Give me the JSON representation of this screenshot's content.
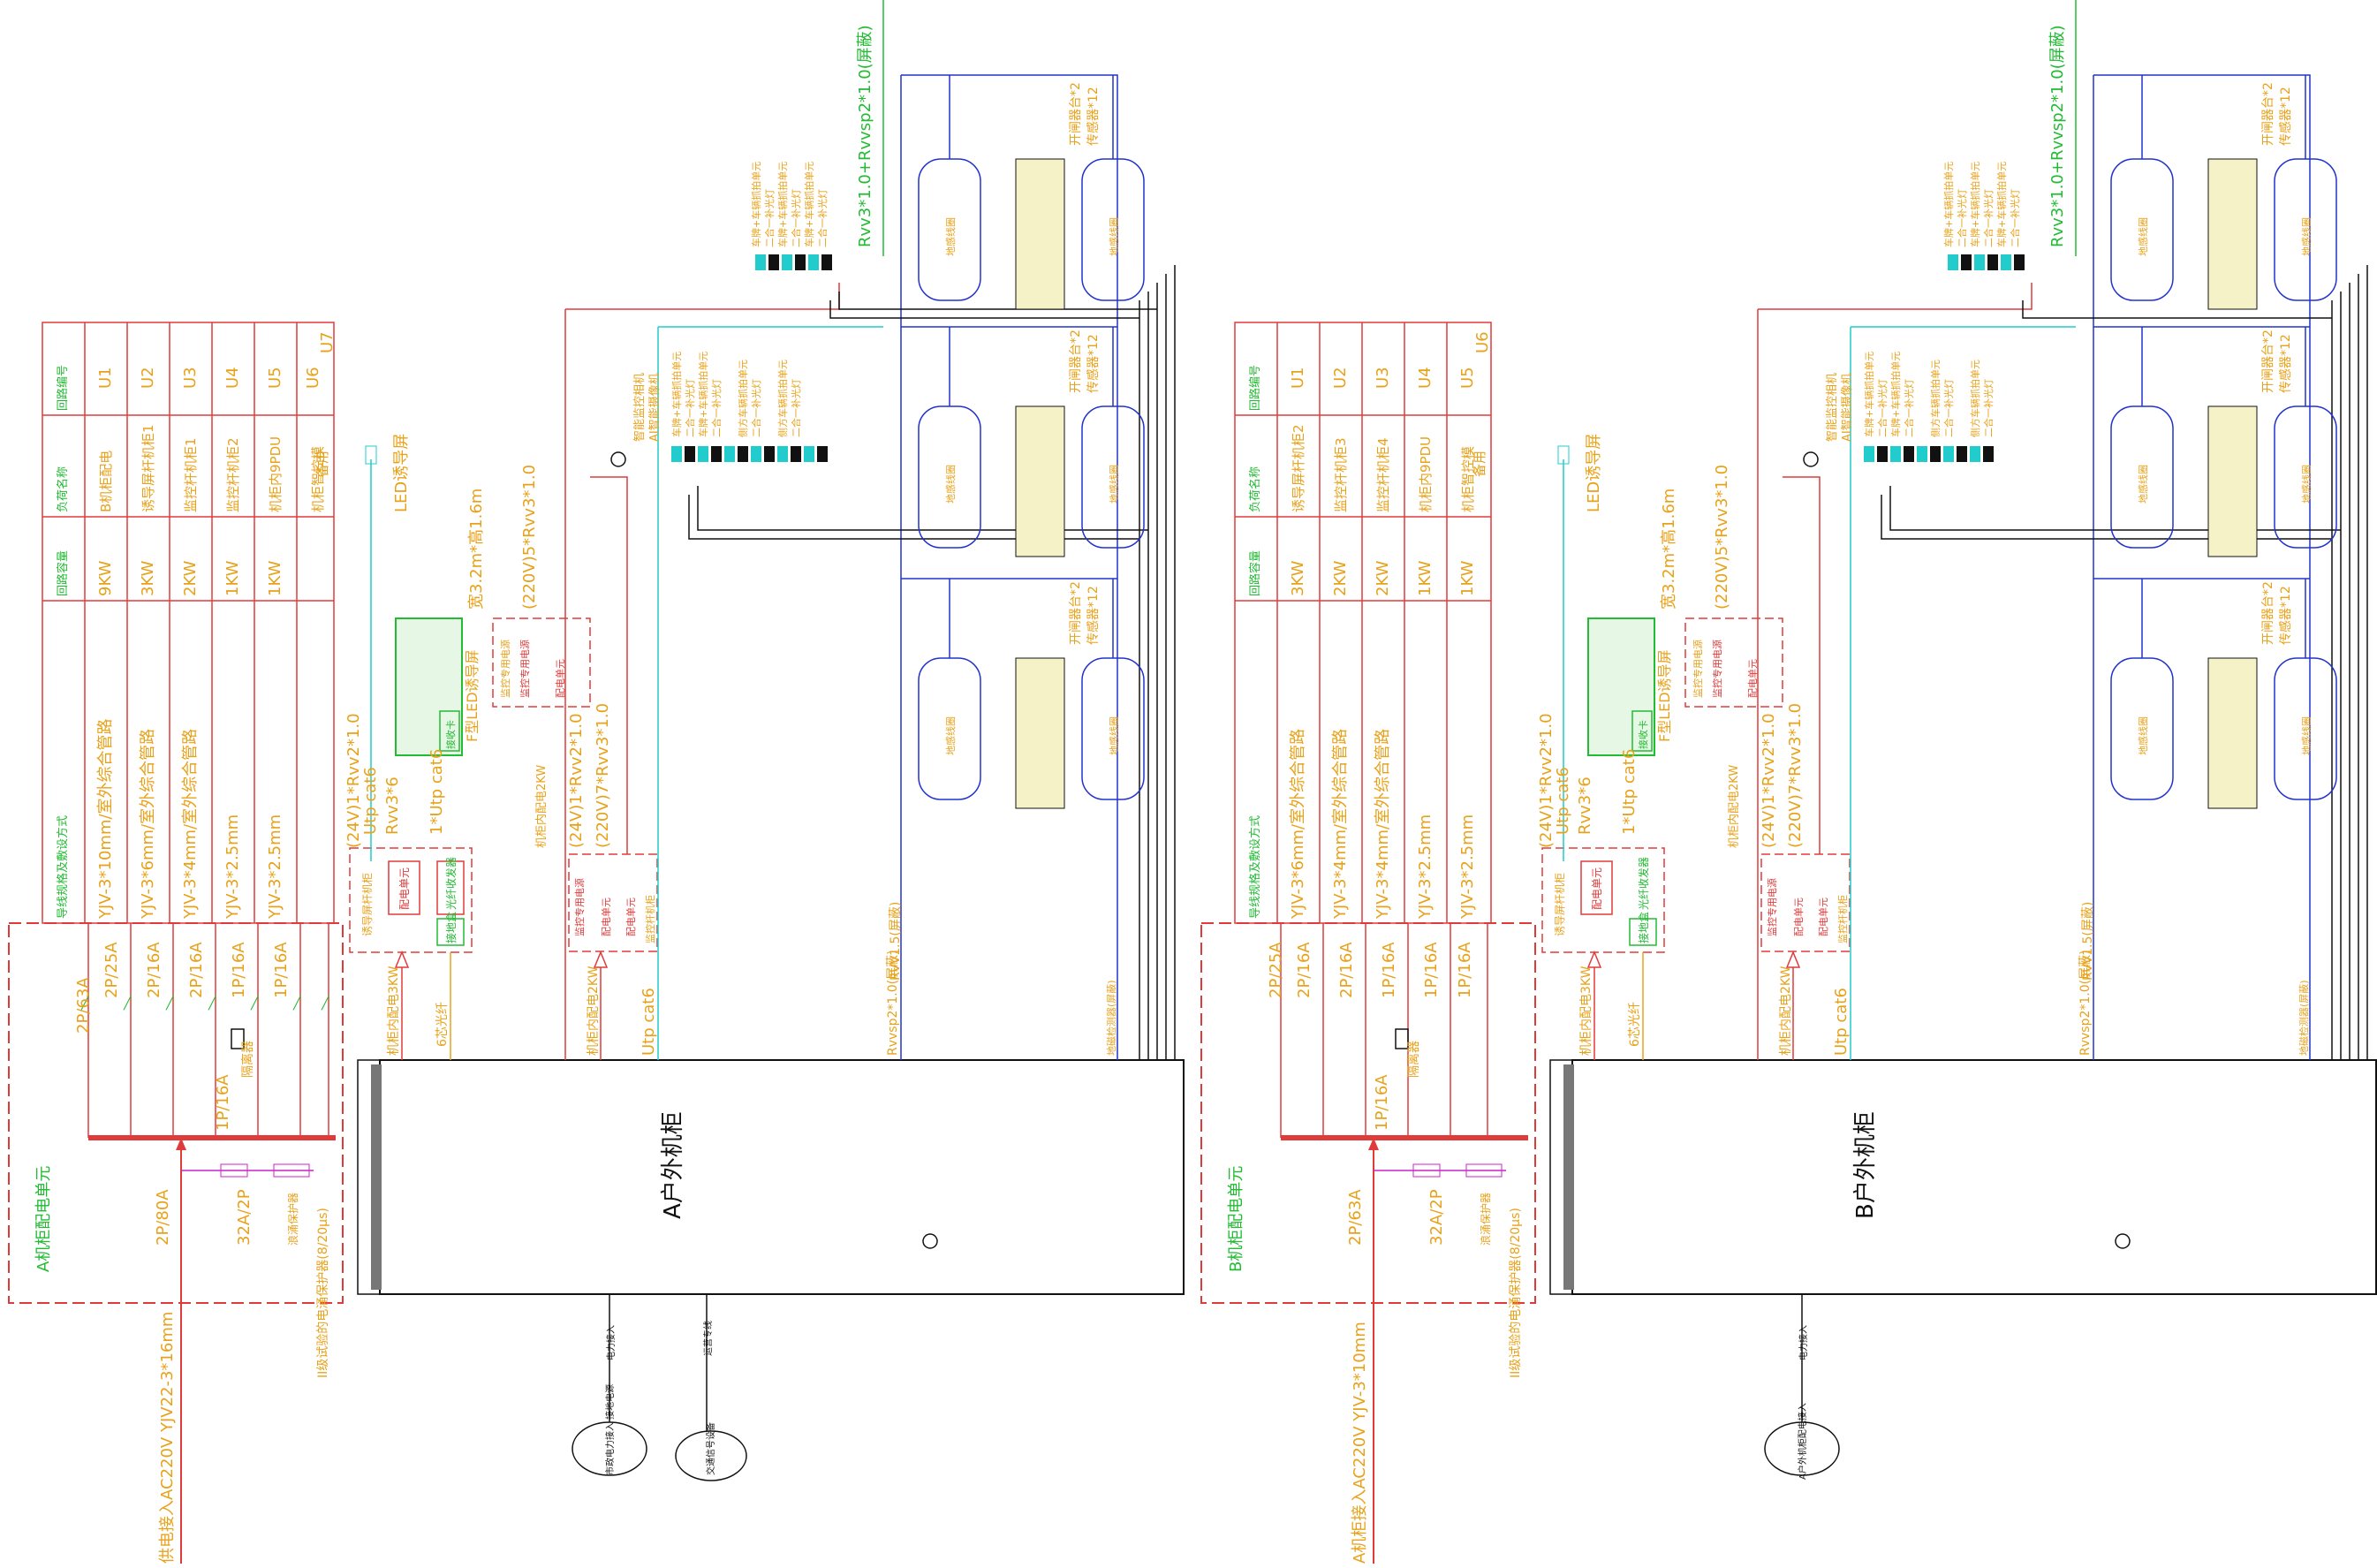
{
  "sheet_a": {
    "table": {
      "header": [
        "导线规格及敷设方式",
        "回路容量",
        "负荷名称",
        "回路编号"
      ],
      "rows": [
        {
          "cable": "YJV-3*10mm/室外综合管路",
          "power": "9KW",
          "load": "B机柜配电",
          "circuit": "U1"
        },
        {
          "cable": "YJV-3*6mm/室外综合管路",
          "power": "3KW",
          "load": "诱导屏杆机柜1",
          "circuit": "U2"
        },
        {
          "cable": "YJV-3*4mm/室外综合管路",
          "power": "2KW",
          "load": "监控杆机柜1",
          "circuit": "U3"
        },
        {
          "cable": "YJV-3*2.5mm",
          "power": "1KW",
          "load": "监控杆机柜2",
          "circuit": "U4"
        },
        {
          "cable": "YJV-3*2.5mm",
          "power": "1KW",
          "load": "机柜内9PDU",
          "circuit": "U5"
        },
        {
          "cable": "",
          "power": "",
          "load": "机柜智控模",
          "circuit": "U6"
        },
        {
          "cable": "",
          "power": "",
          "load": "备用",
          "circuit": "U7"
        }
      ]
    },
    "breakers": [
      "2P/63A",
      "2P/25A",
      "2P/16A",
      "2P/16A",
      "1P/16A",
      "1P/16A",
      "1P/16A"
    ],
    "transformer_label": "隔离器",
    "main_breaker": "2P/80A",
    "spd": "32A/2P",
    "spd_label": "浪涌保护器",
    "spd_rating": "II级试验的电涌保护器(8/20µs)",
    "dist_unit": "A机柜配电单元",
    "supply": "供电接入AC220V  YJV22-3*16mm",
    "cabinet": "A户外机柜",
    "bottom_labels": [
      "电力接入",
      "运营专线"
    ],
    "clouds": [
      "市政电力接入 接地电源",
      "交通信号设备"
    ],
    "guide_box": {
      "title": "诱导屏杆机柜",
      "items": [
        "配电单元",
        "光纤收发器"
      ],
      "sub": "接地盒"
    },
    "guide_power": "机柜内配电3KW",
    "fiber": "6芯光纤",
    "guide_cables": [
      "(24V)1*Rvv2*1.0",
      "Utp cat6",
      "Rvv3*6",
      "1*Utp cat6"
    ],
    "led": {
      "title": "F型LED诱导屏",
      "size": "宽3.2m*高1.6m",
      "box": "接收卡",
      "top": "LED诱导屏"
    },
    "monitor_box": {
      "title": "监控杆机柜",
      "items": [
        "监控专用电源",
        "配电单元",
        "配电单元"
      ]
    },
    "monitor_power": "机柜内配电2KW",
    "monitor_cables": [
      "(24V)1*Rvv2*1.0",
      "(220V)7*Rvv3*1.0"
    ],
    "top_box": {
      "title": "监控专用电源",
      "items": [
        "监控专用电源",
        "配电单元"
      ]
    },
    "top_cable": "(220V)5*Rvv3*1.0",
    "utp": "Utp cat6",
    "rvvsp": "Rvvsp2*1.0(屏蔽)",
    "rvv15": "RVV1.5(屏蔽)",
    "ground": "地磁检测器(屏蔽)",
    "camera_top": [
      "智能监控相机",
      "AI智能摄像机"
    ],
    "top_cables_right": "Rvv3*1.0+Rvvsp2*1.0(屏蔽)",
    "lights_label": [
      "车牌+车辆抓拍单元",
      "二合一补光灯",
      "车牌+车辆抓拍单元",
      "二合一补光灯",
      "车牌+车辆抓拍单元",
      "二合一补光灯"
    ],
    "lights_label2": [
      "车牌+车辆抓拍单元",
      "二合一补光灯",
      "车牌+车辆抓拍单元",
      "二合一补光灯",
      "侧方车辆抓拍单元",
      "二合一补光灯",
      "侧方车辆抓拍单元",
      "二合一补光灯"
    ],
    "sensor": [
      "开闸器台*2",
      "传感器*12"
    ],
    "loops": [
      "地感线圈",
      "地感线圈"
    ]
  },
  "sheet_b": {
    "table": {
      "header": [
        "导线规格及敷设方式",
        "回路容量",
        "负荷名称",
        "回路编号"
      ],
      "rows": [
        {
          "cable": "YJV-3*6mm/室外综合管路",
          "power": "3KW",
          "load": "诱导屏杆机柜2",
          "circuit": "U1"
        },
        {
          "cable": "YJV-3*4mm/室外综合管路",
          "power": "2KW",
          "load": "监控杆机柜3",
          "circuit": "U2"
        },
        {
          "cable": "YJV-3*4mm/室外综合管路",
          "power": "2KW",
          "load": "监控杆机柜4",
          "circuit": "U3"
        },
        {
          "cable": "YJV-3*2.5mm",
          "power": "1KW",
          "load": "机柜内9PDU",
          "circuit": "U4"
        },
        {
          "cable": "YJV-3*2.5mm",
          "power": "1KW",
          "load": "机柜智控模",
          "circuit": "U5"
        },
        {
          "cable": "",
          "power": "",
          "load": "备用",
          "circuit": "U6"
        }
      ]
    },
    "breakers": [
      "2P/25A",
      "2P/16A",
      "2P/16A",
      "1P/16A",
      "1P/16A",
      "1P/16A"
    ],
    "transformer_label": "隔离器",
    "main_breaker": "2P/63A",
    "spd": "32A/2P",
    "spd_label": "浪涌保护器",
    "spd_rating": "II级试验的电涌保护器(8/20µs)",
    "dist_unit": "B机柜配电单元",
    "supply": "A机柜接入AC220V  YJV-3*10mm",
    "cabinet": "B户外机柜",
    "bottom_labels": [
      "电力接入"
    ],
    "clouds": [
      "A户外机柜配电接入"
    ],
    "guide_box": {
      "title": "诱导屏杆机柜",
      "items": [
        "配电单元",
        "光纤收发器"
      ],
      "sub": "接地盒"
    },
    "guide_power": "机柜内配电3KW",
    "fiber": "6芯光纤",
    "guide_cables": [
      "(24V)1*Rvv2*1.0",
      "Utp cat6",
      "Rvv3*6",
      "1*Utp cat6"
    ],
    "led": {
      "title": "F型LED诱导屏",
      "size": "宽3.2m*高1.6m",
      "box": "接收卡",
      "top": "LED诱导屏"
    },
    "monitor_box": {
      "title": "监控杆机柜",
      "items": [
        "监控专用电源",
        "配电单元",
        "配电单元"
      ]
    },
    "monitor_power": "机柜内配电2KW",
    "monitor_cables": [
      "(24V)1*Rvv2*1.0",
      "(220V)7*Rvv3*1.0"
    ],
    "top_box": {
      "title": "监控专用电源",
      "items": [
        "监控专用电源",
        "配电单元"
      ]
    },
    "top_cable": "(220V)5*Rvv3*1.0",
    "utp": "Utp cat6",
    "rvvsp": "Rvvsp2*1.0(屏蔽)",
    "rvv15": "RVV1.5(屏蔽)",
    "ground": "地磁检测器(屏蔽)",
    "camera_top": [
      "智能监控相机",
      "AI智能摄像机"
    ],
    "top_cables_right": "Rvv3*1.0+Rvvsp2*1.0(屏蔽)",
    "lights_label": [
      "车牌+车辆抓拍单元",
      "二合一补光灯",
      "车牌+车辆抓拍单元",
      "二合一补光灯",
      "车牌+车辆抓拍单元",
      "二合一补光灯"
    ],
    "lights_label2": [
      "车牌+车辆抓拍单元",
      "二合一补光灯",
      "车牌+车辆抓拍单元",
      "二合一补光灯",
      "侧方车辆抓拍单元",
      "二合一补光灯",
      "侧方车辆抓拍单元",
      "二合一补光灯"
    ],
    "sensor": [
      "开闸器台*2",
      "传感器*12"
    ],
    "loops": [
      "地感线圈",
      "地感线圈"
    ]
  }
}
